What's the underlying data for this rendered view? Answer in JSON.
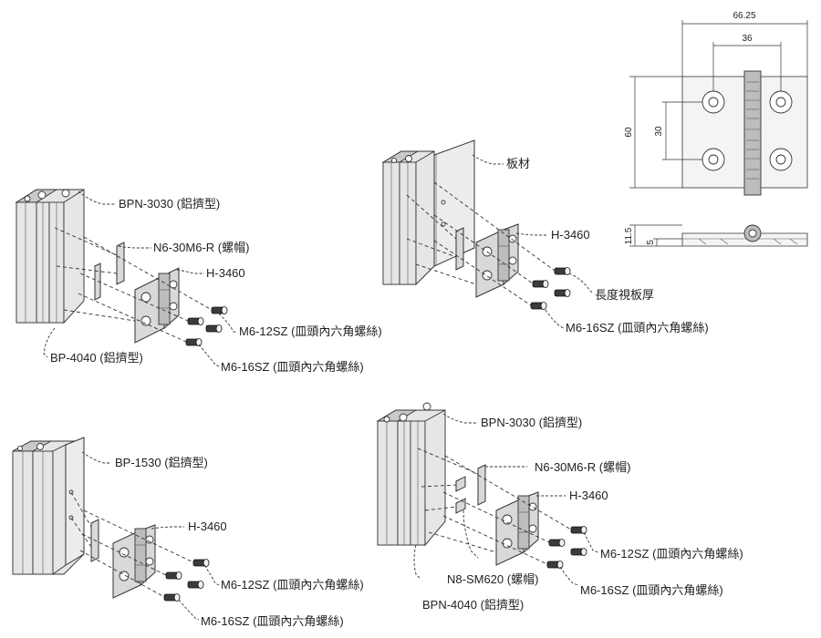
{
  "assembly_top_left": {
    "labels": {
      "profile_top": "BPN-3030 (鋁擠型)",
      "nut": "N6-30M6-R (螺帽)",
      "hinge": "H-3460",
      "screw_short": "M6-12SZ (皿頭內六角螺絲)",
      "profile_bottom": "BP-4040 (鋁擠型)",
      "screw_long": "M6-16SZ (皿頭內六角螺絲)"
    }
  },
  "assembly_top_middle": {
    "labels": {
      "board": "板材",
      "hinge": "H-3460",
      "board_thickness": "長度視板厚",
      "screw": "M6-16SZ (皿頭內六角螺絲)"
    }
  },
  "dimension_drawing": {
    "dims": {
      "total_width": "66.25",
      "hole_pitch_x": "36",
      "total_height": "60",
      "hole_pitch_y": "30",
      "side_height": "11.5",
      "side_thickness": "5"
    }
  },
  "assembly_bottom_left": {
    "labels": {
      "profile": "BP-1530 (鋁擠型)",
      "hinge": "H-3460",
      "screw_short": "M6-12SZ (皿頭內六角螺絲)",
      "screw_long": "M6-16SZ (皿頭內六角螺絲)"
    }
  },
  "assembly_bottom_right": {
    "labels": {
      "profile_top": "BPN-3030 (鋁擠型)",
      "nut": "N6-30M6-R (螺帽)",
      "hinge": "H-3460",
      "screw_short": "M6-12SZ (皿頭內六角螺絲)",
      "nut_small": "N8-SM620 (螺帽)",
      "screw_long": "M6-16SZ (皿頭內六角螺絲)",
      "profile_bottom": "BPN-4040 (鋁擠型)"
    }
  }
}
